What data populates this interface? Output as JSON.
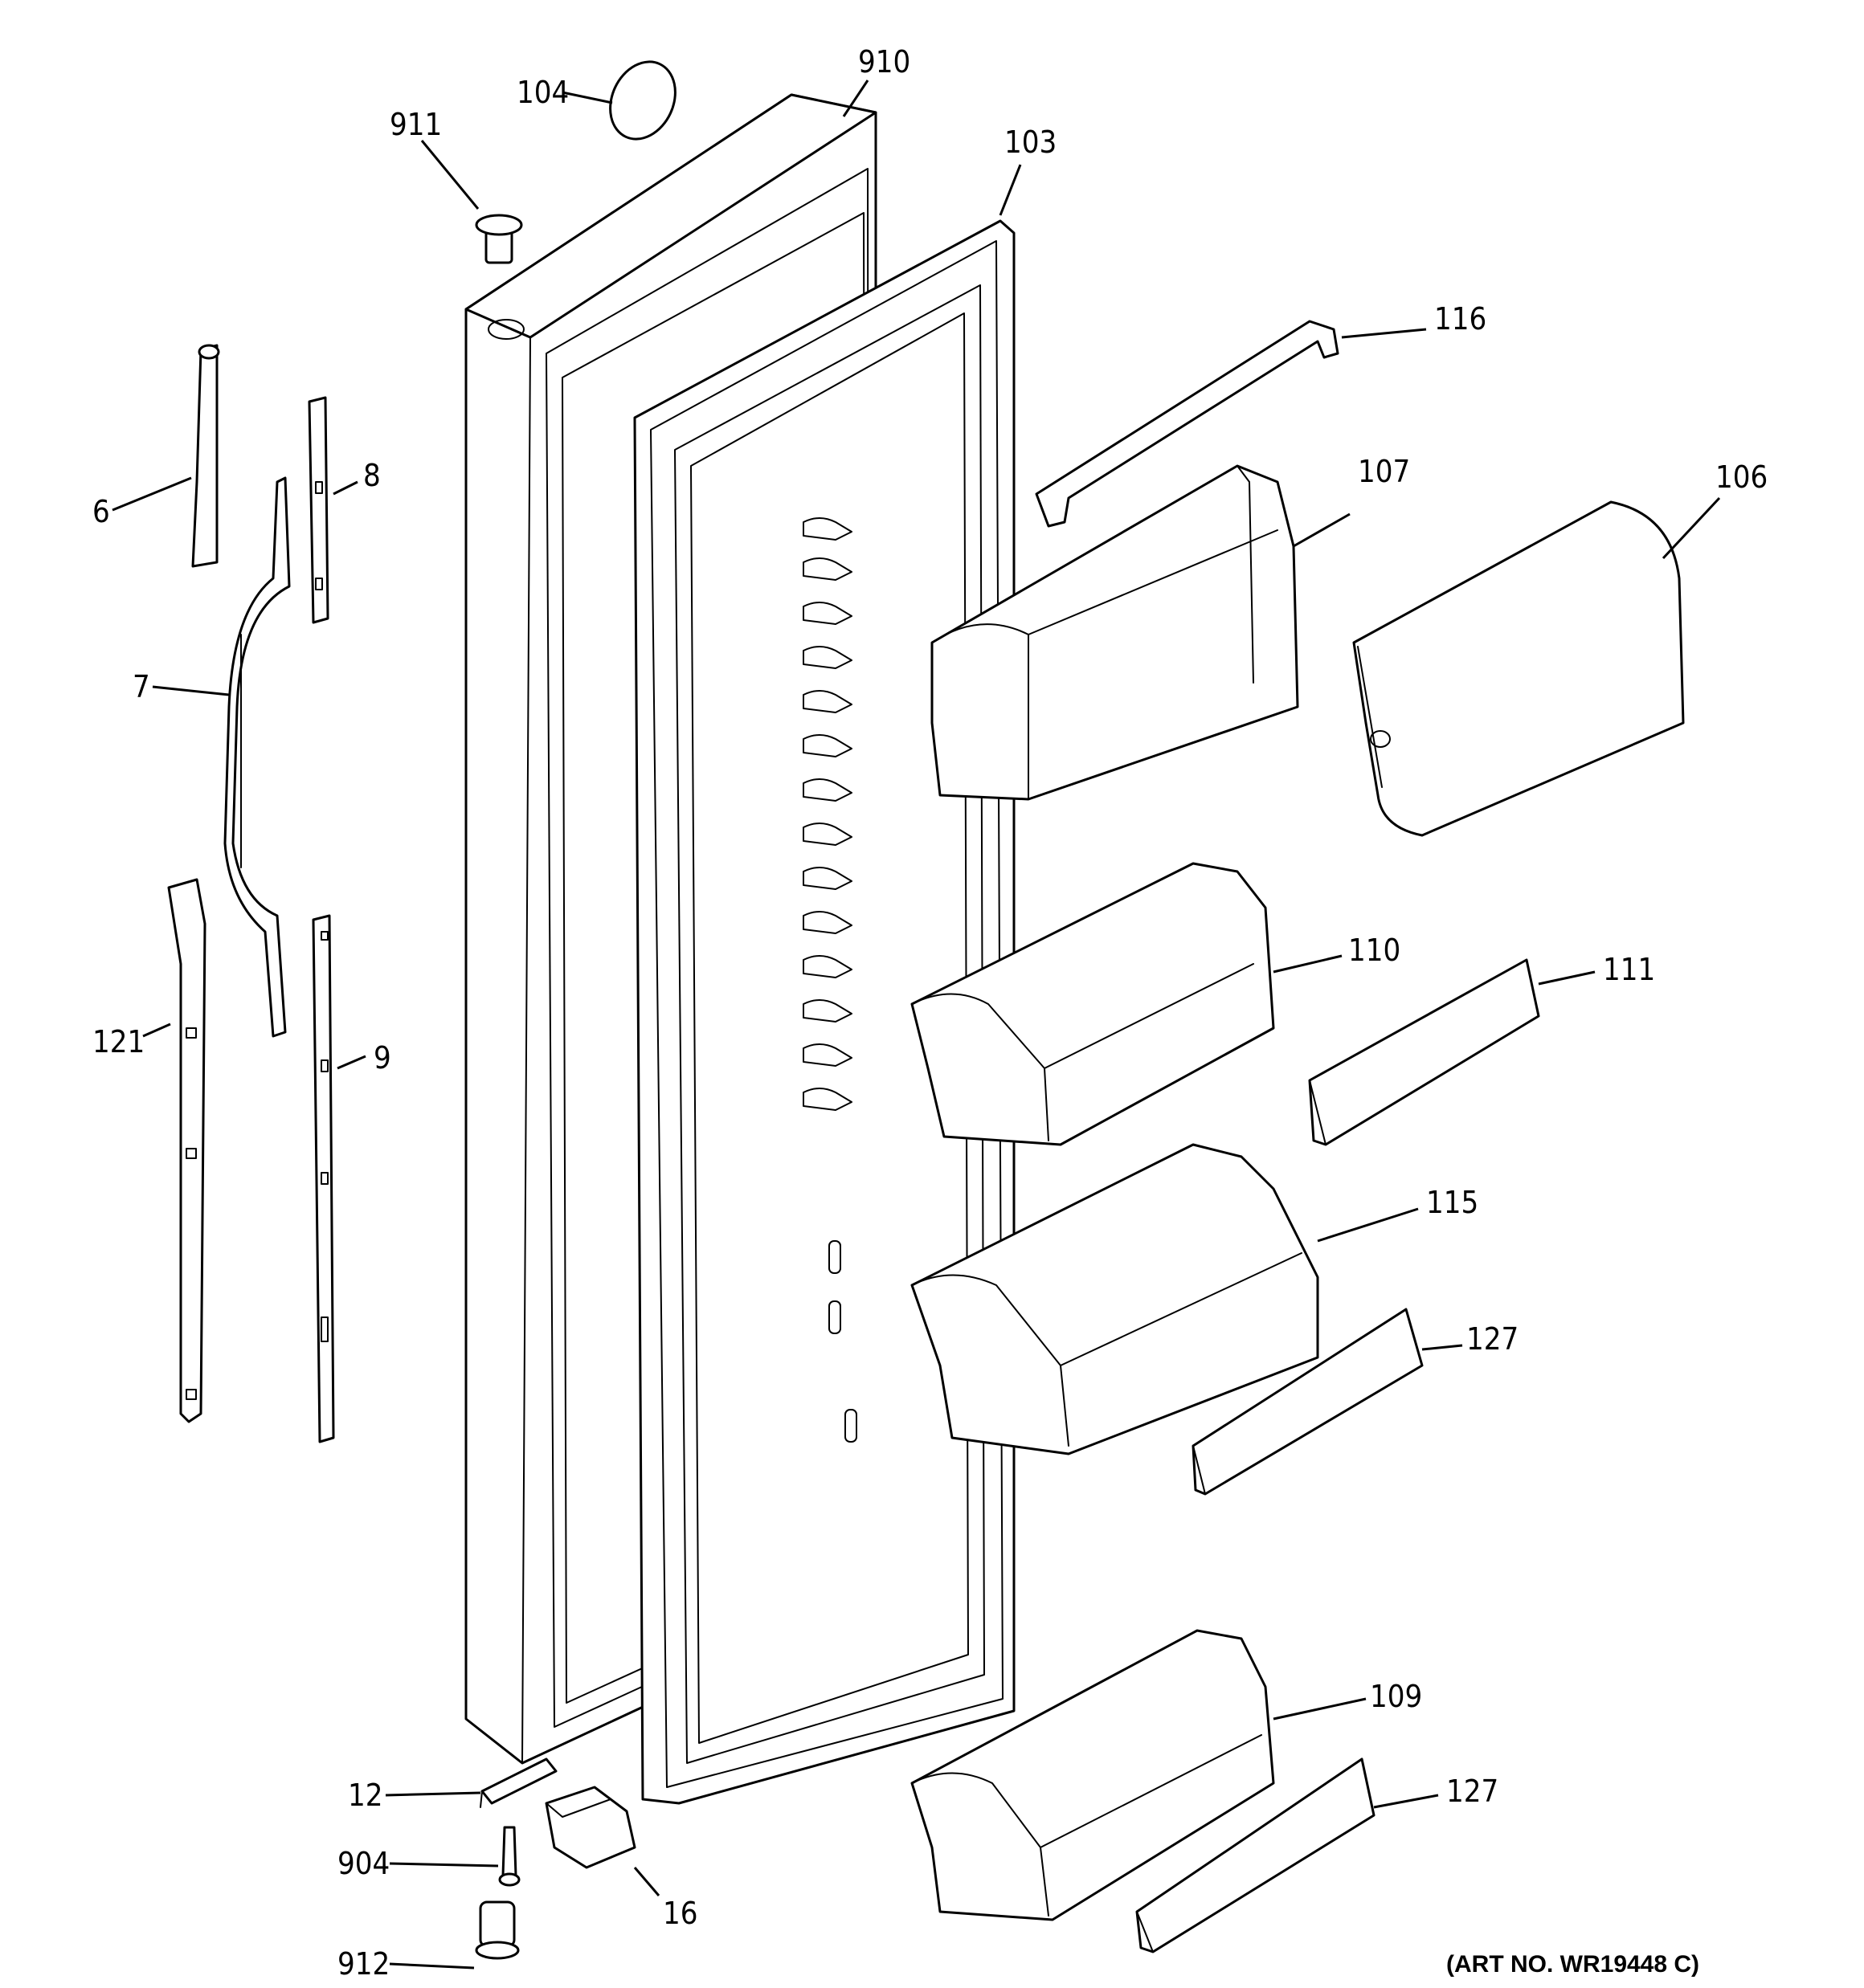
{
  "callouts": {
    "c911": "911",
    "c104": "104",
    "c910": "910",
    "c103": "103",
    "c116": "116",
    "c107": "107",
    "c106": "106",
    "c6": "6",
    "c8": "8",
    "c7": "7",
    "c121": "121",
    "c9": "9",
    "c110": "110",
    "c111": "111",
    "c115": "115",
    "c127a": "127",
    "c109": "109",
    "c127b": "127",
    "c12": "12",
    "c904": "904",
    "c16": "16",
    "c912": "912"
  },
  "art_number": "(ART NO. WR19448 C)"
}
